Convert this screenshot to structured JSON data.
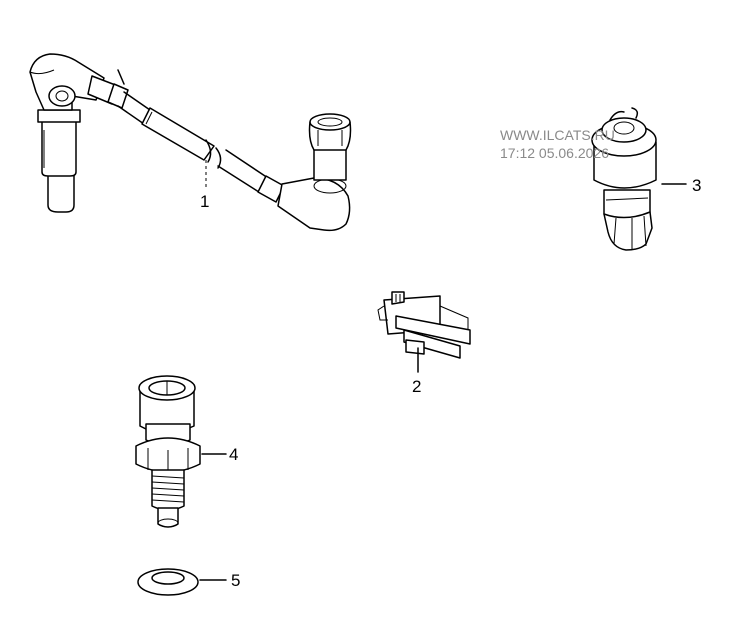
{
  "watermark": {
    "line1": "WWW.ILCATS.RU",
    "line2": "17:12 05.06.2026"
  },
  "callouts": [
    {
      "id": "1",
      "label": "1"
    },
    {
      "id": "2",
      "label": "2"
    },
    {
      "id": "3",
      "label": "3"
    },
    {
      "id": "4",
      "label": "4"
    },
    {
      "id": "5",
      "label": "5"
    }
  ]
}
